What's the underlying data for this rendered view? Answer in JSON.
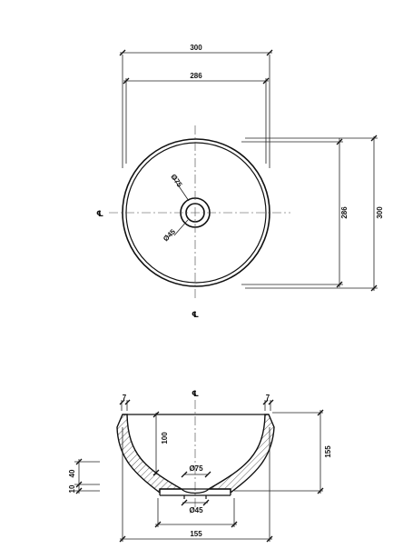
{
  "drawing": {
    "centerline_mark": "℄",
    "top_view": {
      "outer_width": "300",
      "inner_width": "286",
      "inner_height": "286",
      "outer_height": "300",
      "drain_outer": "Ø75",
      "drain_inner": "Ø45"
    },
    "side_view": {
      "rim_left": "7",
      "rim_right": "7",
      "inner_depth": "100",
      "total_height": "155",
      "drain_outer": "Ø75",
      "drain_inner": "Ø45",
      "base_height": "40",
      "foot_height": "10",
      "base_width": "155"
    }
  }
}
